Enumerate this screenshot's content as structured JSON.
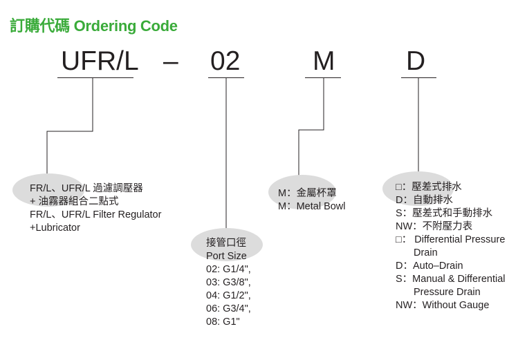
{
  "title": "訂購代碼 Ordering Code",
  "code": {
    "parts": [
      "UFR/L",
      "–",
      "02",
      "M",
      "D"
    ]
  },
  "model_block": {
    "lines": [
      "FR/L、UFR/L 過濾調壓器",
      "+ 油霧器組合二點式",
      "FR/L、UFR/L Filter Regulator",
      "+Lubricator"
    ]
  },
  "port_block": {
    "lines": [
      "接管口徑",
      "Port Size",
      "02: G1/4\",",
      "03: G3/8\",",
      "04: G1/2\",",
      "06: G3/4\",",
      "08: G1\""
    ]
  },
  "bowl_block": {
    "lines": [
      "M：金屬杯罩",
      "M：Metal Bowl"
    ]
  },
  "drain_block": {
    "lines": [
      "□：壓差式排水",
      "D：自動排水",
      "S：壓差式和手動排水",
      "NW：不附壓力表",
      "□： Differential Pressure",
      "Drain",
      "D：Auto–Drain",
      "S：Manual & Differential",
      "Pressure Drain",
      "NW：Without Gauge"
    ]
  },
  "colors": {
    "title": "#3aab3a",
    "text": "#231f20",
    "highlight": "#dcdcdc"
  }
}
